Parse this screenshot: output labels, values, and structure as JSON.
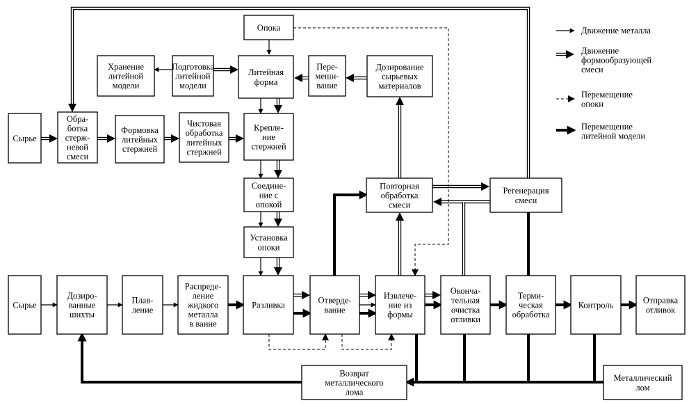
{
  "nodes": {
    "opoka": [
      "Опока"
    ],
    "hranenie": [
      "Хранение",
      "литейной",
      "модели"
    ],
    "podgotovka": [
      "Подготовка",
      "литейной",
      "модели"
    ],
    "liteinaya_forma": [
      "Литейная",
      "форма"
    ],
    "peremeshivanie": [
      "Пере-",
      "меши-",
      "вание"
    ],
    "dozirovanie_syr": [
      "Дозирование",
      "сырьевых",
      "материалов"
    ],
    "syrye_top": [
      "Сырье"
    ],
    "obrabotka_sterzh": [
      "Обра-",
      "ботка",
      "стерж-",
      "невой",
      "смеси"
    ],
    "formovka": [
      "Формовка",
      "литейных",
      "стержней"
    ],
    "chistovaya": [
      "Чистовая",
      "обработка",
      "литейных",
      "стержней"
    ],
    "kreplenie": [
      "Крепле-",
      "ние",
      "стержней"
    ],
    "soedinenie": [
      "Соедине-",
      "ние с",
      "опокой"
    ],
    "ustanovka": [
      "Установка",
      "опоки"
    ],
    "povtornaya": [
      "Повторная",
      "обработка",
      "смеси"
    ],
    "regeneraciya": [
      "Регенерация",
      "смеси"
    ],
    "syrye_bottom": [
      "Сырье"
    ],
    "dozirovannye": [
      "Дозиро-",
      "ванные",
      "шихты"
    ],
    "plavlenie": [
      "Плав-",
      "ление"
    ],
    "raspredelenie": [
      "Распреде-",
      "ление",
      "жидкого",
      "металла",
      "в ванне"
    ],
    "razlivka": [
      "Разливка"
    ],
    "otverdevanie": [
      "Отверде-",
      "вание"
    ],
    "izvlechenie": [
      "Извлече-",
      "ние из",
      "формы"
    ],
    "okonchatelnaya": [
      "Оконча-",
      "тельная",
      "очистка",
      "отливки"
    ],
    "termicheskaya": [
      "Терми-",
      "ческая",
      "обработка"
    ],
    "kontrol": [
      "Контроль"
    ],
    "otpravka": [
      "Отправка",
      "отливок"
    ],
    "vozvrat": [
      "Возврат",
      "металлического",
      "лома"
    ],
    "metall_lom": [
      "Металлический",
      "лом"
    ]
  },
  "legend": [
    {
      "kind": "metal",
      "lines": [
        "Движение металла"
      ]
    },
    {
      "kind": "mix",
      "lines": [
        "Движение",
        "формообразующей",
        "смеси"
      ]
    },
    {
      "kind": "flask",
      "lines": [
        "Перемещение",
        "опоки"
      ]
    },
    {
      "kind": "pattern",
      "lines": [
        "Перемещение",
        "литейной модели"
      ]
    }
  ]
}
